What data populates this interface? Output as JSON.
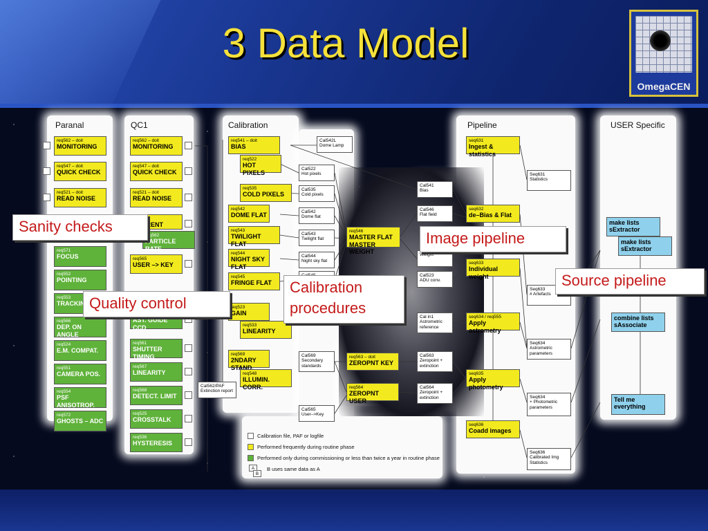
{
  "slide": {
    "title": "3 Data Model",
    "logo_text": "OmegaCEN"
  },
  "columns": {
    "paranal": "Paranal",
    "qc1": "QC1",
    "calibration": "Calibration",
    "pipeline": "Pipeline",
    "user": "USER Specific"
  },
  "paranal_items": [
    {
      "id": "req562 – doit",
      "name": "MONITORING",
      "color": "yellow"
    },
    {
      "id": "req547 – doit",
      "name": "QUICK CHECK",
      "color": "yellow"
    },
    {
      "id": "req521 – doit",
      "name": "READ NOISE",
      "color": "yellow"
    },
    {
      "id": "req571",
      "name": "FOCUS",
      "color": "green"
    },
    {
      "id": "req552",
      "name": "POINTING",
      "color": "green"
    },
    {
      "id": "req553",
      "name": "TRACKIN",
      "color": "green"
    },
    {
      "id": "req566",
      "name": "DEP. ON ANGLE",
      "color": "green"
    },
    {
      "id": "req524",
      "name": "E.M. COMPAT.",
      "color": "green"
    },
    {
      "id": "req551",
      "name": "CAMERA POS.",
      "color": "green"
    },
    {
      "id": "req554",
      "name": "PSF ANISOTROP.",
      "color": "green"
    },
    {
      "id": "req572",
      "name": "GHOSTS – ADC",
      "color": "green"
    }
  ],
  "qc1_items": [
    {
      "id": "req562 – doit",
      "name": "MONITORING",
      "color": "yellow"
    },
    {
      "id": "req547 – doit",
      "name": "QUICK CHECK",
      "color": "yellow"
    },
    {
      "id": "req521 – doit",
      "name": "READ NOISE",
      "color": "yellow"
    },
    {
      "id": "doit",
      "name": "CURRENT",
      "color": "yellow"
    },
    {
      "id": "req565",
      "name": "USER –> KEY",
      "color": "yellow"
    },
    {
      "id": "req556",
      "name": "AST. GUIDE CCD",
      "color": "green"
    },
    {
      "id": "req561",
      "name": "SHUTTER TIMING",
      "color": "green"
    },
    {
      "id": "req567",
      "name": "LINEARITY",
      "color": "green"
    },
    {
      "id": "req568",
      "name": "DETECT. LIMIT",
      "color": "green"
    },
    {
      "id": "req525",
      "name": "CROSSTALK",
      "color": "green"
    },
    {
      "id": "req536",
      "name": "HYSTERESIS",
      "color": "green"
    }
  ],
  "qc1_particle": {
    "id": "req562",
    "name": "PARTICLE RATE"
  },
  "calibration_req": [
    {
      "id": "req541 – doit",
      "name": "BIAS"
    },
    {
      "id": "req522",
      "name": "HOT PIXELS"
    },
    {
      "id": "req535",
      "name": "COLD PIXELS"
    },
    {
      "id": "req542",
      "name": "DOME FLAT"
    },
    {
      "id": "req543",
      "name": "TWILIGHT FLAT"
    },
    {
      "id": "req544",
      "name": "NIGHT SKY FLAT"
    },
    {
      "id": "req545",
      "name": "FRINGE FLAT"
    },
    {
      "id": "req523",
      "name": "GAIN"
    },
    {
      "id": "req533",
      "name": "LINEARITY"
    },
    {
      "id": "req569",
      "name": "2NDARY STAND."
    },
    {
      "id": "req548",
      "name": "ILLUMIN. CORR."
    }
  ],
  "cal_files": [
    {
      "id": "Cal542L",
      "name": "Dome Lamp"
    },
    {
      "id": "Cal522",
      "name": "Hot pixels"
    },
    {
      "id": "Cal535",
      "name": "Cold pixels"
    },
    {
      "id": "Cal542",
      "name": "Dome flat"
    },
    {
      "id": "Cal543",
      "name": "Twilight flat"
    },
    {
      "id": "Cal544",
      "name": "Night sky flat"
    },
    {
      "id": "Cal545",
      "name": ""
    },
    {
      "id": "Cal569",
      "name": "Secondary standards"
    },
    {
      "id": "Cal565",
      "name": "User–>Key"
    },
    {
      "id": "Cal562/PAF",
      "name": "Extinction report"
    }
  ],
  "master": [
    {
      "id": "req546",
      "name": "MASTER FLAT",
      "name2": "MASTER WEIGHT"
    },
    {
      "id": "req563 – doit",
      "name": "ZEROPNT KEY",
      "name2": ""
    },
    {
      "id": "req564",
      "name": "ZEROPNT USER",
      "name2": ""
    }
  ],
  "pipe_cal": [
    {
      "id": "Cal541",
      "name": "Bias"
    },
    {
      "id": "Cal546",
      "name": "Flat field"
    },
    {
      "id": "",
      "name": "Weight"
    },
    {
      "id": "Cal523",
      "name": "ADU conv."
    },
    {
      "id": "Cal in1",
      "name": "Astrometric reference"
    },
    {
      "id": "Cal563",
      "name": "Zeropoint + extinction"
    },
    {
      "id": "Cal564",
      "name": "Zeropoint + extinction"
    }
  ],
  "pipeline_req": [
    {
      "id": "seq631",
      "name": "Ingest & statistics"
    },
    {
      "id": "seq632",
      "name": "de–Bias & Flat"
    },
    {
      "id": "seq633",
      "name": "Individual weight"
    },
    {
      "id": "seq634 / req555",
      "name": "Apply astrometry"
    },
    {
      "id": "seq635",
      "name": "Apply photometry"
    },
    {
      "id": "seq636",
      "name": "Coadd images"
    }
  ],
  "pipeline_seq": [
    {
      "id": "Seq631",
      "name": "Statistics"
    },
    {
      "id": "Seq633",
      "name": "# Artefacts"
    },
    {
      "id": "Seq634",
      "name": "Astrometric parameters"
    },
    {
      "id": "Seq634",
      "name": "+ Photometric parameters"
    },
    {
      "id": "Seq636",
      "name": "Calibrated Img Statistics"
    }
  ],
  "user_items": [
    {
      "name": "make lists",
      "name2": "sExtractor"
    },
    {
      "name": "make lists",
      "name2": "sExtractor"
    },
    {
      "name": "combine lists",
      "name2": "sAssociate"
    },
    {
      "name": "Tell me",
      "name2": "everything"
    }
  ],
  "legend": [
    {
      "color": "#ffffff",
      "text": "Calibration file, PAF or logfile"
    },
    {
      "color": "#f2ea1e",
      "text": "Performed frequently during routine phase"
    },
    {
      "color": "#5fb23a",
      "text": "Performed only during commissioning or less than twice a year in routine phase"
    },
    {
      "color": "none",
      "text": "B uses same data as A",
      "a": "A",
      "b": "B"
    }
  ],
  "callouts": {
    "sanity": "Sanity checks",
    "quality": "Quality control",
    "calib_line1": "Calibration",
    "calib_line2": "procedures",
    "image": "Image pipeline",
    "source": "Source pipeline"
  }
}
